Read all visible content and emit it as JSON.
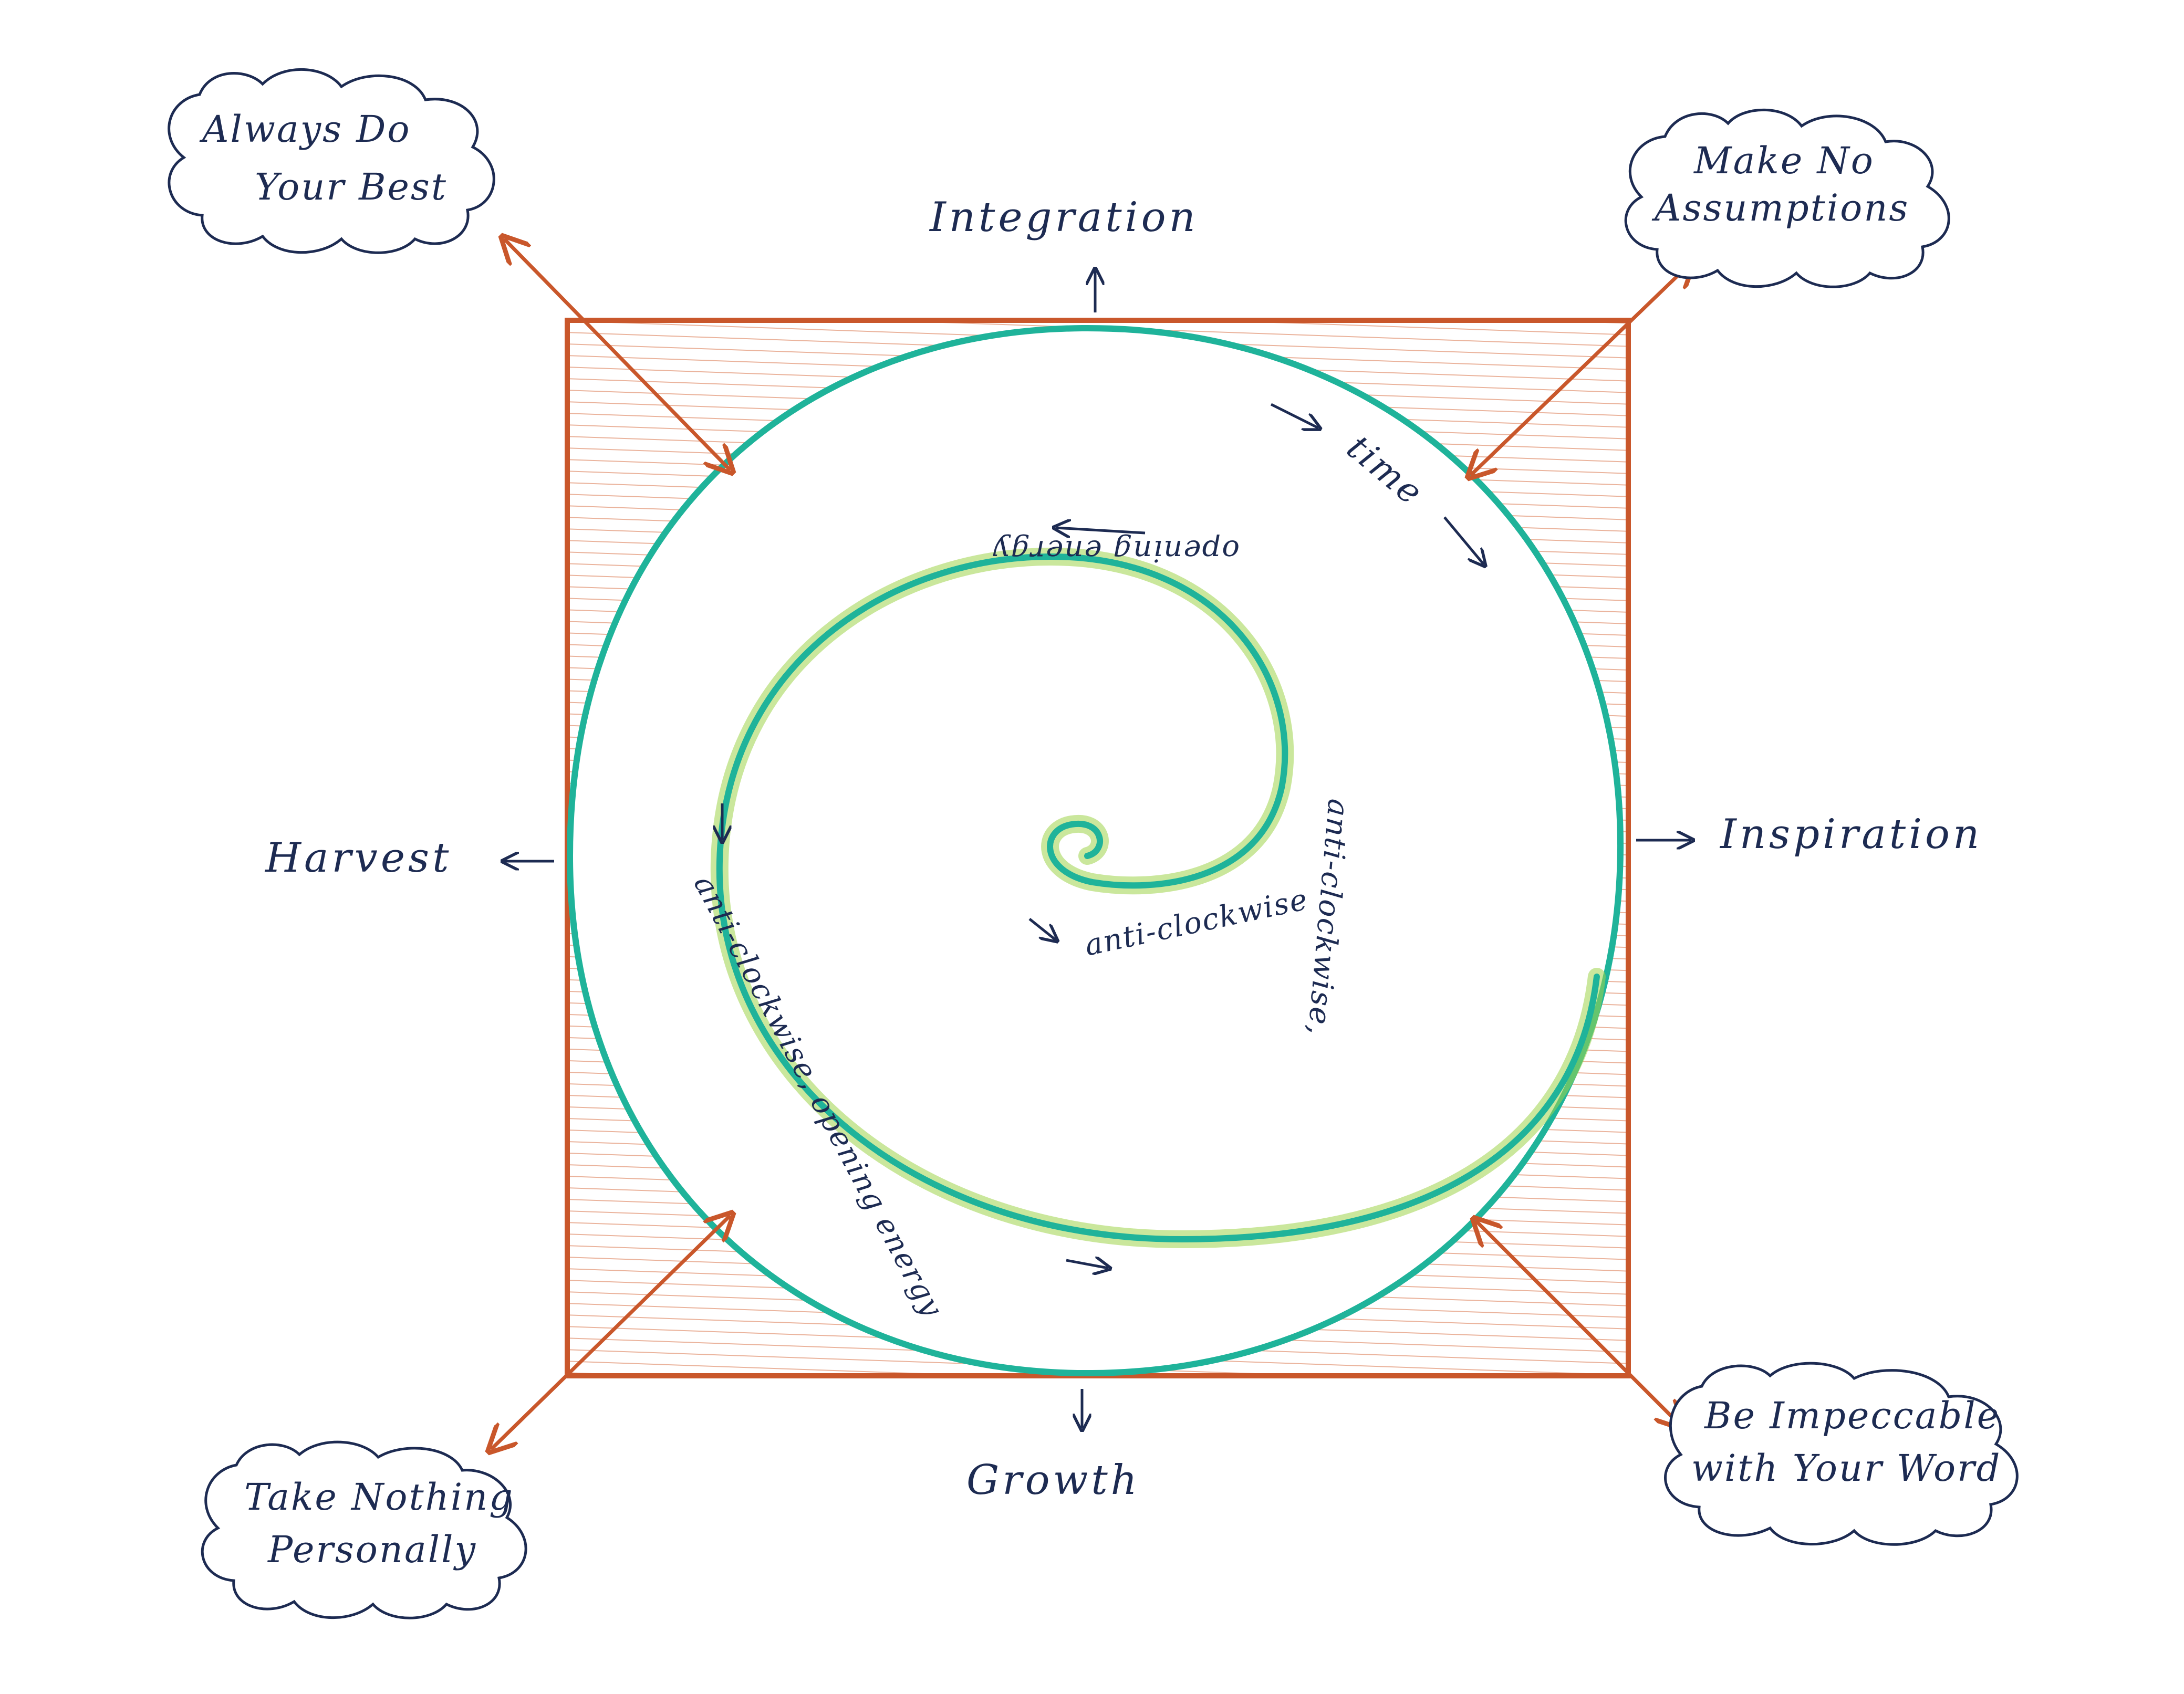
{
  "directions": {
    "north": "Integration",
    "east": "Inspiration",
    "south": "Growth",
    "west": "Harvest"
  },
  "agreements": {
    "top_left": [
      "Always Do",
      "Your Best"
    ],
    "top_right": [
      "Make No",
      "Assumptions"
    ],
    "bottom_left": [
      "Take Nothing",
      "Personally"
    ],
    "bottom_right": [
      "Be Impeccable",
      "with Your Word"
    ]
  },
  "spiral_labels": {
    "time": "time",
    "inner": "anti-clockwise",
    "upper_arc": "opening energy",
    "upper_arc_prefix": "anti-clockwise,",
    "outer_arc": "anti-clockwise, opening energy"
  },
  "colors": {
    "square": "#c9572b",
    "square_hatch": "#d9744a",
    "spiral": "#1fb39a",
    "spiral_light": "#9fd34a",
    "ink": "#1d2b52",
    "arrow": "#c9572b"
  }
}
